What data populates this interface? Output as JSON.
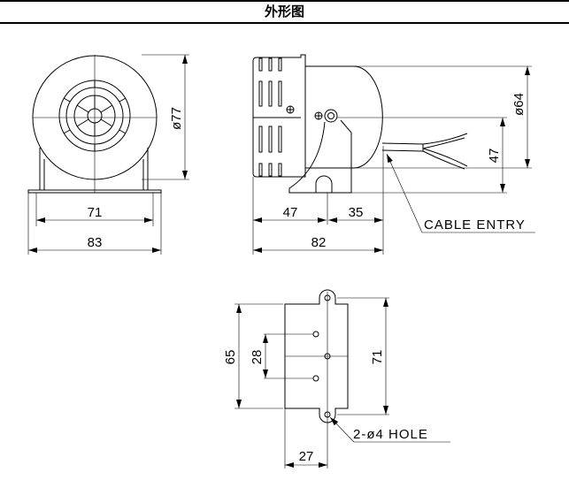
{
  "header": {
    "title": "外形图"
  },
  "front_view": {
    "diameter": "ø77",
    "inner_width": "71",
    "outer_width": "83"
  },
  "side_view": {
    "diameter": "ø64",
    "mount_height": "47",
    "front_len": "47",
    "rear_len": "35",
    "total_len": "82",
    "cable_label": "CABLE ENTRY"
  },
  "base_view": {
    "height": "65",
    "hole_spacing": "28",
    "tab_spacing": "71",
    "offset": "27",
    "hole_label": "2-ø4 HOLE"
  }
}
